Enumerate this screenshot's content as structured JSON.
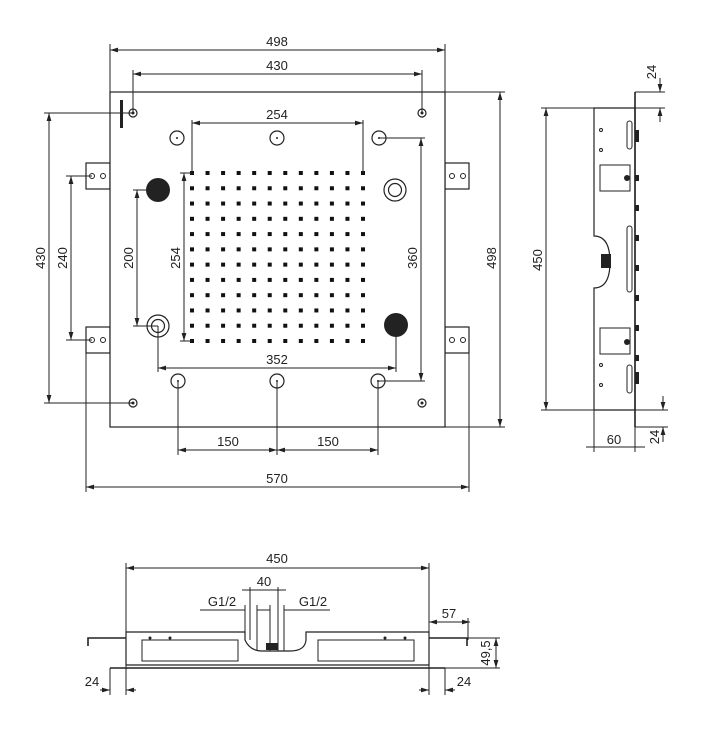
{
  "title": "Shower head technical drawing",
  "front_view": {
    "dims": {
      "overall_width": "498",
      "hole_spacing_width": "430",
      "nozzle_width": "254",
      "hole_spacing_height": "430",
      "bracket_spacing": "240",
      "inlet_spacing": "200",
      "nozzle_height": "254",
      "side_spacing": "360",
      "overall_height": "498",
      "inlet_horizontal": "352",
      "spacing_left": "150",
      "spacing_right": "150",
      "bracket_total": "570"
    },
    "nozzle_rows": 12,
    "nozzle_cols": 12
  },
  "side_view": {
    "dims": {
      "height": "450",
      "depth": "60",
      "top_offset": "24",
      "bottom_offset": "24"
    }
  },
  "bottom_view": {
    "dims": {
      "width": "450",
      "inlet_spacing": "40",
      "thread_left": "G1/2",
      "thread_right": "G1/2",
      "bracket_reach": "57",
      "height": "49,5",
      "left_offset": "24",
      "right_offset": "24"
    }
  }
}
